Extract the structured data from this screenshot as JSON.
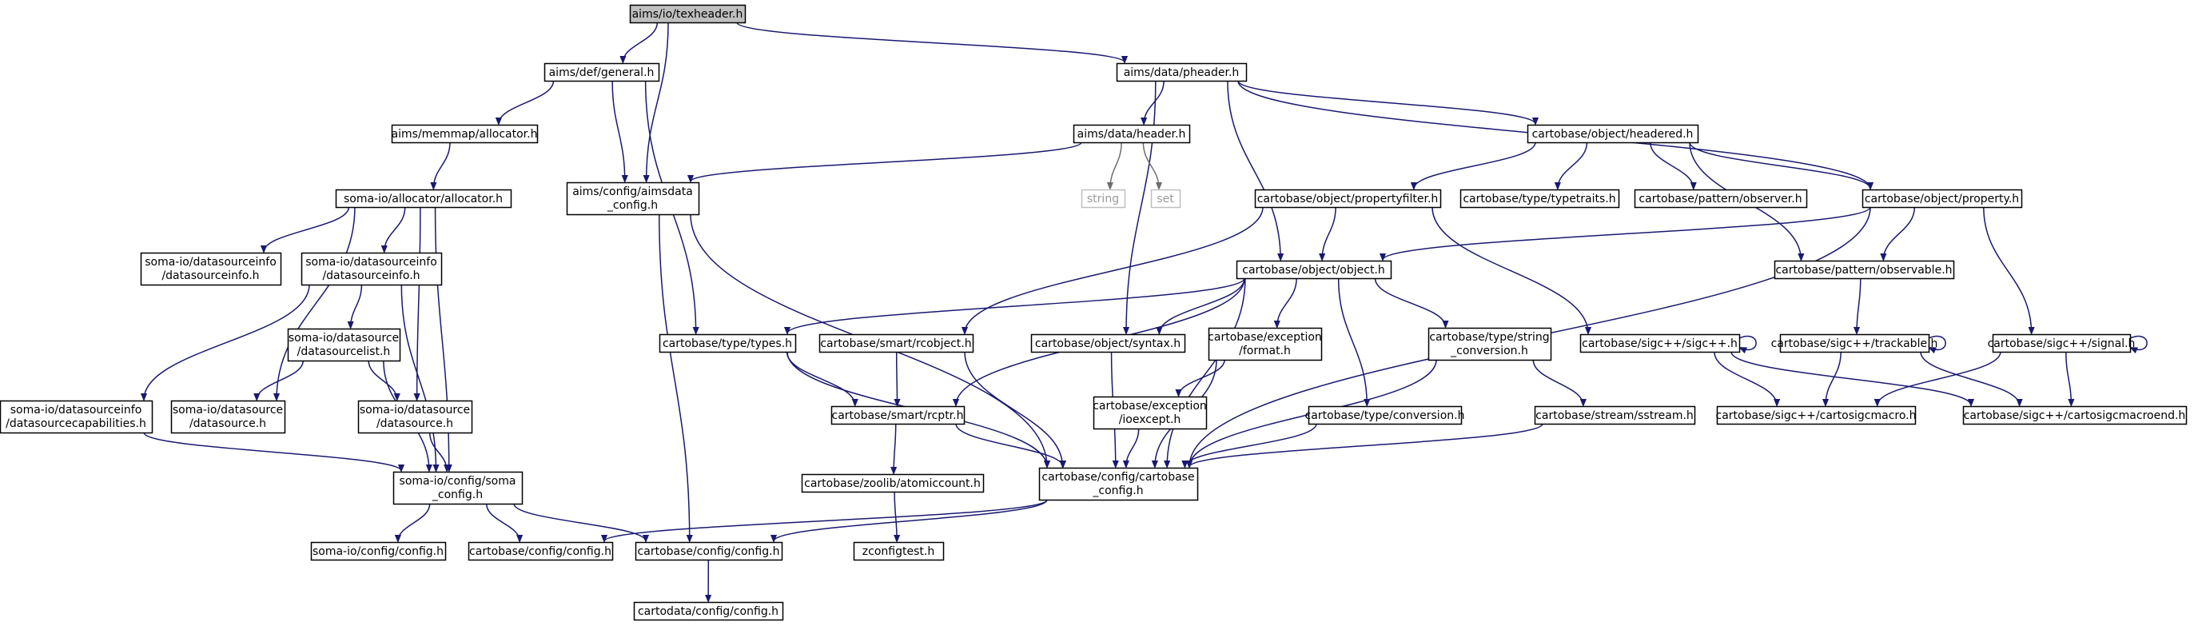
{
  "nodes": [
    {
      "id": "texheader",
      "lines": [
        "aims/io/texheader.h"
      ],
      "kind": "root"
    },
    {
      "id": "general",
      "lines": [
        "aims/def/general.h"
      ]
    },
    {
      "id": "pheader",
      "lines": [
        "aims/data/pheader.h"
      ]
    },
    {
      "id": "allocator_mm",
      "lines": [
        "aims/memmap/allocator.h"
      ]
    },
    {
      "id": "header",
      "lines": [
        "aims/data/header.h"
      ]
    },
    {
      "id": "headered",
      "lines": [
        "cartobase/object/headered.h"
      ]
    },
    {
      "id": "soma_allocator",
      "lines": [
        "soma-io/allocator/allocator.h"
      ]
    },
    {
      "id": "aimsdata_config",
      "lines": [
        "aims/config/aimsdata",
        "_config.h"
      ]
    },
    {
      "id": "string",
      "lines": [
        "string"
      ],
      "kind": "ext"
    },
    {
      "id": "set",
      "lines": [
        "set"
      ],
      "kind": "ext"
    },
    {
      "id": "propertyfilter",
      "lines": [
        "cartobase/object/propertyfilter.h"
      ]
    },
    {
      "id": "typetraits",
      "lines": [
        "cartobase/type/typetraits.h"
      ]
    },
    {
      "id": "observer",
      "lines": [
        "cartobase/pattern/observer.h"
      ]
    },
    {
      "id": "property",
      "lines": [
        "cartobase/object/property.h"
      ]
    },
    {
      "id": "dsinfo_a",
      "lines": [
        "soma-io/datasourceinfo",
        "/datasourceinfo.h"
      ]
    },
    {
      "id": "dsinfo_b",
      "lines": [
        "soma-io/datasourceinfo",
        "/datasourceinfo.h"
      ]
    },
    {
      "id": "object",
      "lines": [
        "cartobase/object/object.h"
      ]
    },
    {
      "id": "observable",
      "lines": [
        "cartobase/pattern/observable.h"
      ]
    },
    {
      "id": "dslist",
      "lines": [
        "soma-io/datasource",
        "/datasourcelist.h"
      ]
    },
    {
      "id": "types",
      "lines": [
        "cartobase/type/types.h"
      ]
    },
    {
      "id": "rcobject",
      "lines": [
        "cartobase/smart/rcobject.h"
      ]
    },
    {
      "id": "syntax",
      "lines": [
        "cartobase/object/syntax.h"
      ]
    },
    {
      "id": "format",
      "lines": [
        "cartobase/exception",
        "/format.h"
      ]
    },
    {
      "id": "string_conv",
      "lines": [
        "cartobase/type/string",
        "_conversion.h"
      ]
    },
    {
      "id": "sigcpp",
      "lines": [
        "cartobase/sigc++/sigc++.h"
      ]
    },
    {
      "id": "trackable",
      "lines": [
        "cartobase/sigc++/trackable.h"
      ]
    },
    {
      "id": "signal",
      "lines": [
        "cartobase/sigc++/signal.h"
      ]
    },
    {
      "id": "dscap",
      "lines": [
        "soma-io/datasourceinfo",
        "/datasourcecapabilities.h"
      ]
    },
    {
      "id": "datasource_a",
      "lines": [
        "soma-io/datasource",
        "/datasource.h"
      ]
    },
    {
      "id": "datasource_b",
      "lines": [
        "soma-io/datasource",
        "/datasource.h"
      ]
    },
    {
      "id": "rcptr",
      "lines": [
        "cartobase/smart/rcptr.h"
      ]
    },
    {
      "id": "ioexcept",
      "lines": [
        "cartobase/exception",
        "/ioexcept.h"
      ]
    },
    {
      "id": "conversion",
      "lines": [
        "cartobase/type/conversion.h"
      ]
    },
    {
      "id": "sstream",
      "lines": [
        "cartobase/stream/sstream.h"
      ]
    },
    {
      "id": "cartosigcmacro",
      "lines": [
        "cartobase/sigc++/cartosigcmacro.h"
      ]
    },
    {
      "id": "cartosigcmacroend",
      "lines": [
        "cartobase/sigc++/cartosigcmacroend.h"
      ]
    },
    {
      "id": "soma_config",
      "lines": [
        "soma-io/config/soma",
        "_config.h"
      ]
    },
    {
      "id": "atomiccount",
      "lines": [
        "cartobase/zoolib/atomiccount.h"
      ]
    },
    {
      "id": "cartobase_config",
      "lines": [
        "cartobase/config/cartobase",
        "_config.h"
      ]
    },
    {
      "id": "somaio_cfg",
      "lines": [
        "soma-io/config/config.h"
      ]
    },
    {
      "id": "cb_config_a",
      "lines": [
        "cartobase/config/config.h"
      ]
    },
    {
      "id": "cb_config_b",
      "lines": [
        "cartobase/config/config.h"
      ]
    },
    {
      "id": "zconfigtest",
      "lines": [
        "zconfigtest.h"
      ]
    },
    {
      "id": "cartodata_config",
      "lines": [
        "cartodata/config/config.h"
      ]
    }
  ],
  "edges": [
    [
      "texheader",
      "general"
    ],
    [
      "texheader",
      "aimsdata_config"
    ],
    [
      "texheader",
      "pheader"
    ],
    [
      "general",
      "allocator_mm"
    ],
    [
      "general",
      "aimsdata_config"
    ],
    [
      "general",
      "types"
    ],
    [
      "allocator_mm",
      "soma_allocator"
    ],
    [
      "soma_allocator",
      "dsinfo_a"
    ],
    [
      "soma_allocator",
      "dsinfo_b"
    ],
    [
      "soma_allocator",
      "datasource_a"
    ],
    [
      "soma_allocator",
      "datasource_b"
    ],
    [
      "soma_allocator",
      "soma_config"
    ],
    [
      "dsinfo_b",
      "dscap"
    ],
    [
      "dsinfo_b",
      "dslist"
    ],
    [
      "dsinfo_b",
      "soma_config"
    ],
    [
      "dslist",
      "datasource_a"
    ],
    [
      "dslist",
      "datasource_b"
    ],
    [
      "dslist",
      "soma_config"
    ],
    [
      "dscap",
      "soma_config"
    ],
    [
      "datasource_b",
      "soma_config"
    ],
    [
      "soma_config",
      "somaio_cfg"
    ],
    [
      "soma_config",
      "cb_config_a"
    ],
    [
      "soma_config",
      "cb_config_b"
    ],
    [
      "aimsdata_config",
      "cb_config_b"
    ],
    [
      "aimsdata_config",
      "cartobase_config"
    ],
    [
      "cb_config_b",
      "cartodata_config"
    ],
    [
      "pheader",
      "header"
    ],
    [
      "pheader",
      "syntax"
    ],
    [
      "pheader",
      "object"
    ],
    [
      "pheader",
      "headered"
    ],
    [
      "pheader",
      "property"
    ],
    [
      "header",
      "aimsdata_config"
    ],
    [
      "header",
      "string"
    ],
    [
      "header",
      "set"
    ],
    [
      "headered",
      "propertyfilter"
    ],
    [
      "headered",
      "typetraits"
    ],
    [
      "headered",
      "observer"
    ],
    [
      "headered",
      "observable"
    ],
    [
      "headered",
      "property"
    ],
    [
      "propertyfilter",
      "rcobject"
    ],
    [
      "propertyfilter",
      "object"
    ],
    [
      "propertyfilter",
      "sigcpp"
    ],
    [
      "property",
      "object"
    ],
    [
      "property",
      "observable"
    ],
    [
      "property",
      "signal"
    ],
    [
      "property",
      "cartobase_config"
    ],
    [
      "object",
      "types"
    ],
    [
      "object",
      "rcptr"
    ],
    [
      "object",
      "syntax"
    ],
    [
      "object",
      "format"
    ],
    [
      "object",
      "string_conv"
    ],
    [
      "object",
      "conversion"
    ],
    [
      "object",
      "cartobase_config"
    ],
    [
      "observable",
      "trackable"
    ],
    [
      "types",
      "rcptr"
    ],
    [
      "types",
      "cartobase_config"
    ],
    [
      "rcobject",
      "rcptr"
    ],
    [
      "rcobject",
      "cartobase_config"
    ],
    [
      "syntax",
      "cartobase_config"
    ],
    [
      "format",
      "ioexcept"
    ],
    [
      "format",
      "cartobase_config"
    ],
    [
      "ioexcept",
      "cartobase_config"
    ],
    [
      "string_conv",
      "sstream"
    ],
    [
      "string_conv",
      "cartobase_config"
    ],
    [
      "conversion",
      "cartobase_config"
    ],
    [
      "sstream",
      "cartobase_config"
    ],
    [
      "sigcpp",
      "sigcpp"
    ],
    [
      "sigcpp",
      "cartosigcmacro"
    ],
    [
      "sigcpp",
      "cartosigcmacroend"
    ],
    [
      "trackable",
      "trackable"
    ],
    [
      "trackable",
      "cartosigcmacro"
    ],
    [
      "trackable",
      "cartosigcmacroend"
    ],
    [
      "signal",
      "signal"
    ],
    [
      "signal",
      "cartosigcmacro"
    ],
    [
      "signal",
      "cartosigcmacroend"
    ],
    [
      "rcptr",
      "atomiccount"
    ],
    [
      "rcptr",
      "cartobase_config"
    ],
    [
      "atomiccount",
      "zconfigtest"
    ],
    [
      "cartobase_config",
      "cb_config_a"
    ],
    [
      "cartobase_config",
      "cb_config_b"
    ]
  ],
  "colors": {
    "edge": "#191970",
    "external_edge": "#6e6e6e",
    "root_fill": "#bfbfbf",
    "external_border": "#bfbfbf"
  }
}
